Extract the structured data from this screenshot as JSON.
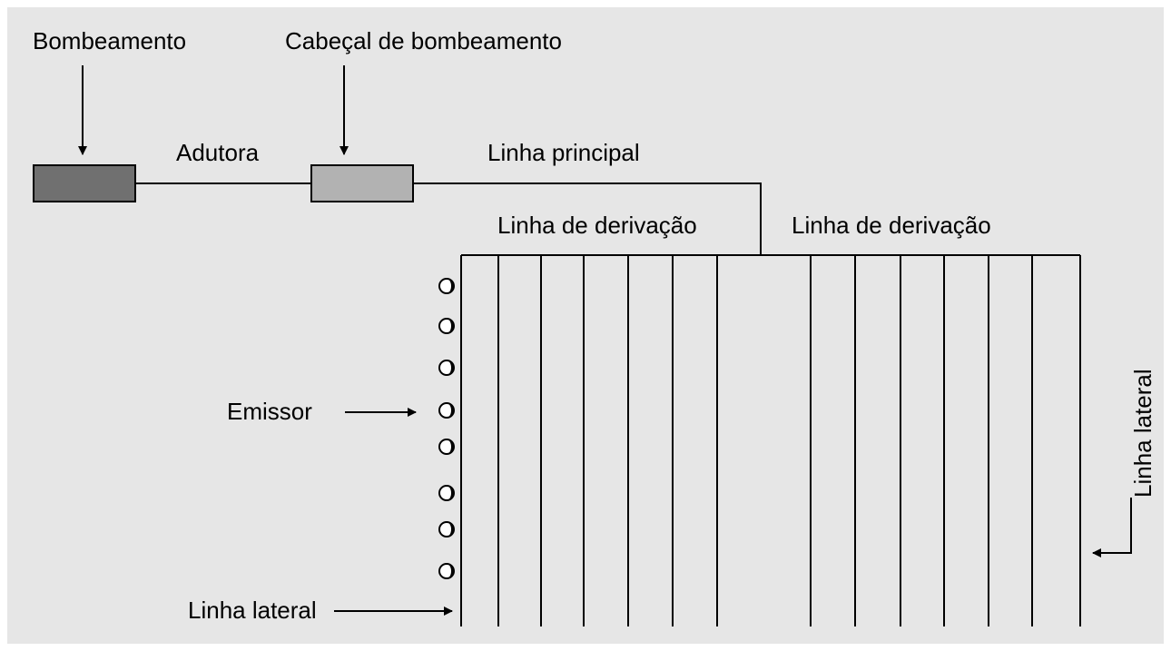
{
  "diagram": {
    "labels": {
      "pumping": "Bombeamento",
      "pumping_head": "Cabeçal de bombeamento",
      "supply_line": "Adutora",
      "main_line": "Linha principal",
      "branch_line_left": "Linha de derivação",
      "branch_line_right": "Linha de derivação",
      "emitter": "Emissor",
      "lateral_line_bottom": "Linha lateral",
      "lateral_line_right": "Linha lateral"
    },
    "colors": {
      "background": "#e6e6e6",
      "pump_fill": "#707070",
      "head_fill": "#b2b2b2",
      "stroke": "#000000"
    },
    "components": {
      "emitter_count": 8,
      "lateral_lines_left_block": 7,
      "lateral_lines_right_block": 7
    }
  }
}
